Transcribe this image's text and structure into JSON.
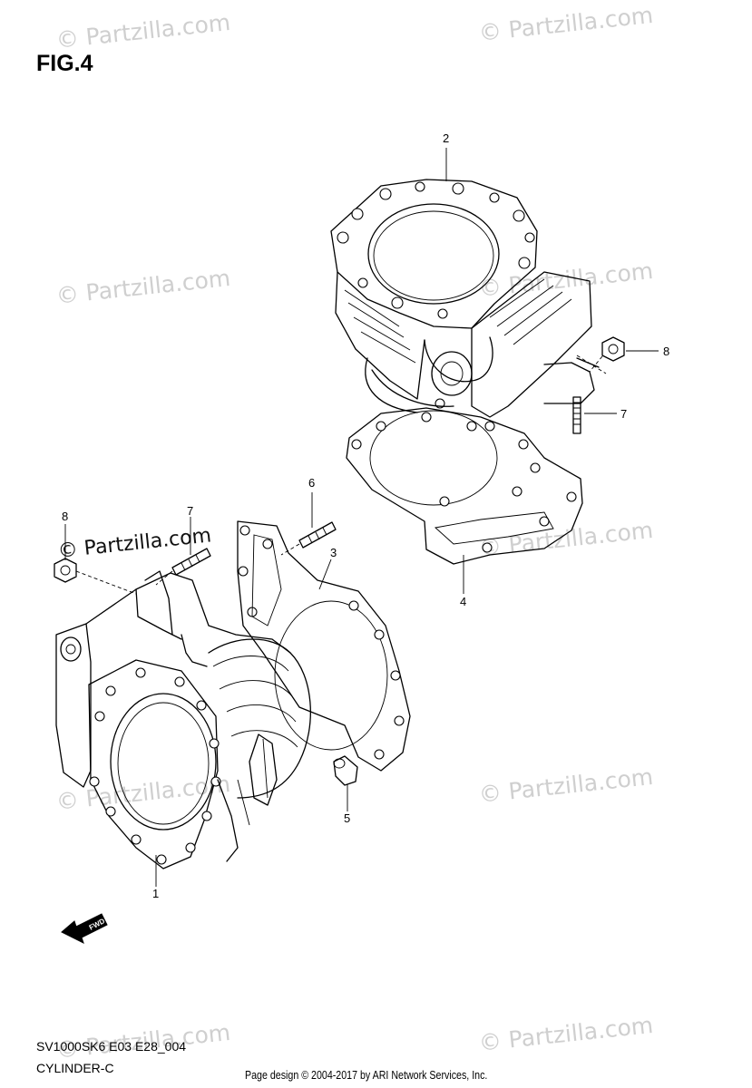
{
  "figure": {
    "title": "FIG.4"
  },
  "watermark": {
    "text": "© Partzilla.com",
    "highlight_text": "© Partzilla.com",
    "color": "#cfcfcf"
  },
  "callouts": {
    "c1": "1",
    "c2": "2",
    "c3": "3",
    "c4": "4",
    "c5": "5",
    "c6": "6",
    "c7a": "7",
    "c7b": "7",
    "c8a": "8",
    "c8b": "8"
  },
  "fwd_label": "FWD",
  "footer": {
    "code": "SV1000SK6 E03 E28_004",
    "name": "CYLINDER-C",
    "credit": "Page design © 2004-2017 by ARI Network Services, Inc."
  }
}
